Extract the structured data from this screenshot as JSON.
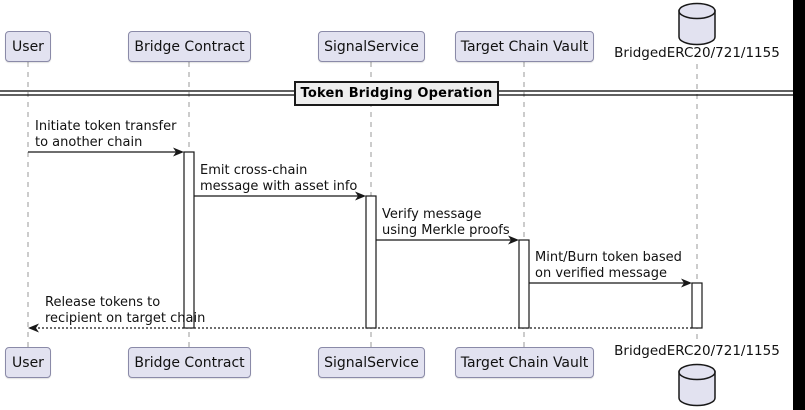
{
  "diagram": {
    "divider_label": "Token Bridging Operation",
    "participants": [
      {
        "id": "user",
        "label": "User",
        "type": "participant"
      },
      {
        "id": "bridge-contract",
        "label": "Bridge Contract",
        "type": "participant"
      },
      {
        "id": "signal-service",
        "label": "SignalService",
        "type": "participant"
      },
      {
        "id": "target-chain-vault",
        "label": "Target Chain Vault",
        "type": "participant"
      },
      {
        "id": "bridged-erc",
        "label": "BridgedERC20/721/1155",
        "type": "database"
      }
    ],
    "messages": [
      {
        "from": "User",
        "to": "Bridge Contract",
        "style": "solid",
        "text": "Initiate token transfer\nto another chain"
      },
      {
        "from": "Bridge Contract",
        "to": "SignalService",
        "style": "solid",
        "text": "Emit cross-chain\nmessage with asset info"
      },
      {
        "from": "SignalService",
        "to": "Target Chain Vault",
        "style": "solid",
        "text": "Verify message\nusing Merkle proofs"
      },
      {
        "from": "Target Chain Vault",
        "to": "BridgedERC20/721/1155",
        "style": "solid",
        "text": "Mint/Burn token based\non verified message"
      },
      {
        "from": "BridgedERC20/721/1155",
        "to": "User",
        "style": "dotted",
        "text": "Release tokens to\nrecipient on target chain"
      }
    ],
    "colors": {
      "participant_fill": "#E2E2F0",
      "participant_border": "#8A8AA8",
      "divider_fill": "#EEEEEE",
      "lifeline": "#9A9A9A",
      "line": "#181818",
      "text": "#111111"
    }
  }
}
